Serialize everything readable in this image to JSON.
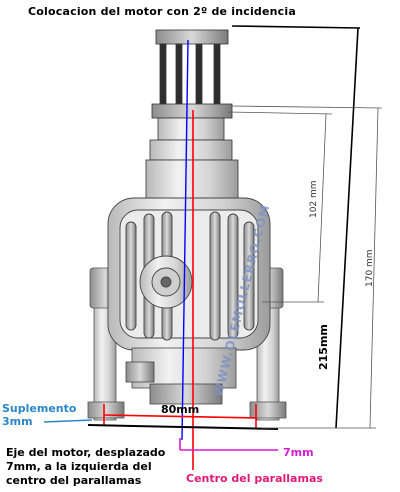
{
  "title": "Colocacion del motor con 2º de incidencia",
  "labels": {
    "suplemento_line1": "Suplemento",
    "suplemento_line2": "3mm",
    "eje_line1": "Eje del motor, desplazado",
    "eje_line2": "7mm, a la izquierda del",
    "eje_line3": "centro del parallamas",
    "centro": "Centro del parallamas",
    "offset_7mm": "7mm"
  },
  "dimensions": {
    "width_80": "80mm",
    "height_215": "215mm",
    "height_170": "170 mm",
    "height_102": "102 mm"
  },
  "watermark": "WWW.OLEMOLLERRO.COM",
  "colors": {
    "suplemento": "#2a86c9",
    "centro": "#e0197a",
    "offset": "#d51ccf",
    "axis": "#ff0000",
    "motor_line": "#0000ff",
    "watermark": "#7e93c4"
  }
}
